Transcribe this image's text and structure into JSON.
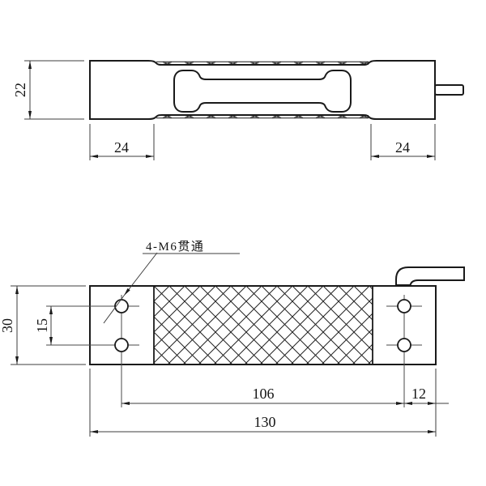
{
  "drawing": {
    "background": "#ffffff",
    "line_color": "#1a1a1a",
    "top_view": {
      "height_label": "22",
      "left_end_label": "24",
      "right_end_label": "24"
    },
    "bottom_view": {
      "holes_note": "4-M6贯通",
      "depth_label": "30",
      "hole_pitch_label": "15",
      "hole_span_label": "106",
      "hole_to_edge_label": "12",
      "overall_width_label": "130"
    }
  }
}
